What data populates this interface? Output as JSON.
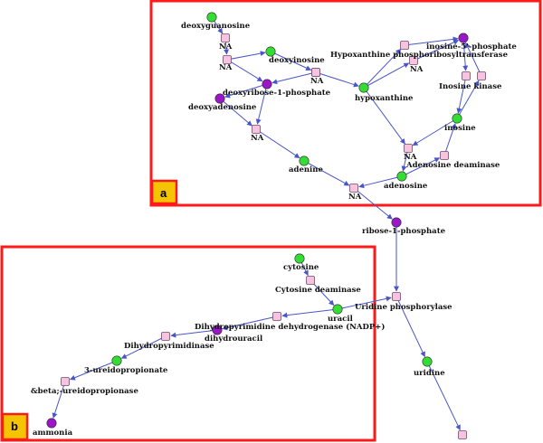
{
  "colors": {
    "frame": "#ff1a1a",
    "badge_fill": "#f5c400",
    "edge": "#4a56c8",
    "metabolite_green": "#33dd33",
    "metabolite_purple": "#9a16c8",
    "reaction_fill": "#f7c3de",
    "reaction_stroke": "#704a70"
  },
  "panels": {
    "a": {
      "letter": "a"
    },
    "b": {
      "letter": "b"
    }
  },
  "metabolites": {
    "deoxyguanosine": {
      "label": "deoxyguanosine",
      "color": "green"
    },
    "deoxyinosine": {
      "label": "deoxyinosine",
      "color": "green"
    },
    "deoxyribose1p": {
      "label": "deoxyribose-1-phosphate",
      "color": "purple"
    },
    "deoxyadenosine": {
      "label": "deoxyadenosine",
      "color": "purple"
    },
    "hypoxanthine": {
      "label": "hypoxanthine",
      "color": "green"
    },
    "imp": {
      "label": "inosine-5'-phosphate",
      "color": "purple"
    },
    "inosine": {
      "label": "inosine",
      "color": "green"
    },
    "adenine": {
      "label": "adenine",
      "color": "green"
    },
    "adenosine": {
      "label": "adenosine",
      "color": "green"
    },
    "ribose1p": {
      "label": "ribose-1-phosphate",
      "color": "purple"
    },
    "cytosine": {
      "label": "cytosine",
      "color": "green"
    },
    "uracil": {
      "label": "uracil",
      "color": "green"
    },
    "dihydrouracil": {
      "label": "dihydrouracil",
      "color": "purple"
    },
    "ureidopropionate": {
      "label": "3-ureidopropionate",
      "color": "green"
    },
    "ammonia": {
      "label": "ammonia",
      "color": "purple"
    },
    "uridine": {
      "label": "uridine",
      "color": "green"
    }
  },
  "reactions": {
    "na1": {
      "label": "NA"
    },
    "na2": {
      "label": "NA"
    },
    "na_mid": {
      "label": ""
    },
    "na3": {
      "label": "NA"
    },
    "na4": {
      "label": "NA"
    },
    "hprt_a": {
      "label": "Hypoxanthine phosphoribosyltransferase"
    },
    "hprt_b": {
      "label": "NA"
    },
    "inosine_kinase": {
      "label": "Inosine kinase"
    },
    "inosine_kinase_b": {
      "label": ""
    },
    "na5": {
      "label": "NA"
    },
    "ada": {
      "label": "Adenosine deaminase"
    },
    "na6": {
      "label": "NA"
    },
    "cytosine_deaminase": {
      "label": "Cytosine deaminase"
    },
    "uridine_phosphorylase": {
      "label": "Uridine phosphorylase"
    },
    "dpyd": {
      "label": "Dihydropyrimidine dehydrogenase (NADP+)"
    },
    "dihydropyrimidinase": {
      "label": "Dihydropyrimidinase"
    },
    "beta_ureidopropionase": {
      "label": "&beta;-ureidopropionase"
    },
    "bottom_reaction": {
      "label": ""
    }
  }
}
